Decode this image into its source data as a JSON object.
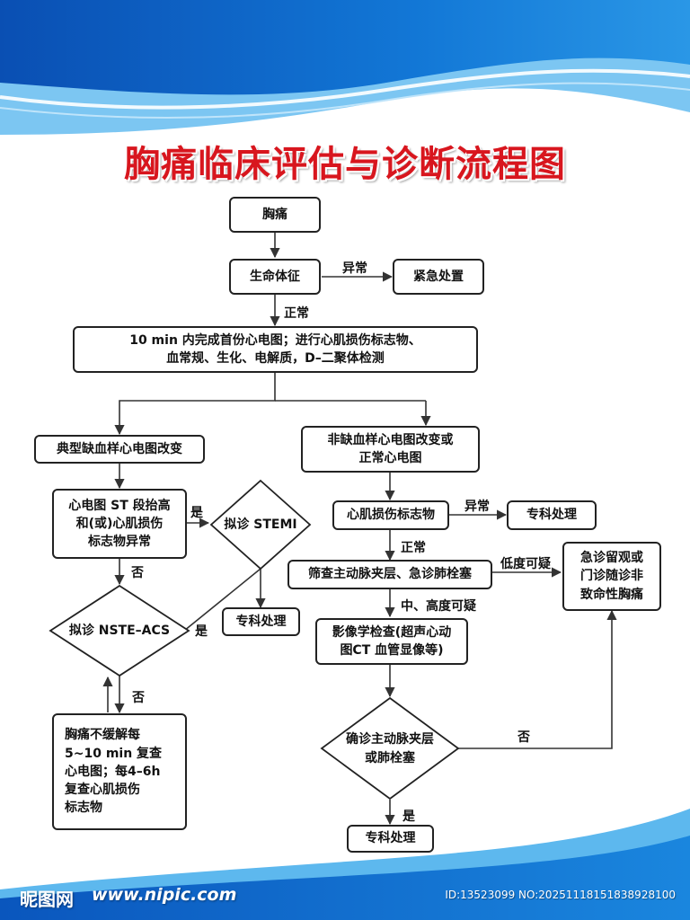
{
  "title": "胸痛临床评估与诊断流程图",
  "colors": {
    "title": "#d8161e",
    "wave_dark": "#0d63c4",
    "wave_light": "#55b4ec"
  },
  "nodes": {
    "chest_pain": "胸痛",
    "vital_signs": "生命体征",
    "emergency": "紧急处置",
    "ecg_tests": "10 min 内完成首份心电图；进行心肌损伤标志物、\n血常规、生化、电解质，D–二聚体检测",
    "typical_ischemic": "典型缺血样心电图改变",
    "non_ischemic": "非缺血样心电图改变或\n正常心电图",
    "st_elevation": "心电图 ST 段抬高\n和(或)心肌损伤\n标志物异常",
    "stemi": "拟诊 STEMI",
    "specialist_1": "专科处理",
    "nste_acs": "拟诊 NSTE–ACS",
    "repeat_ecg": "胸痛不缓解每\n5~10 min 复查\n心电图；每4–6h\n复查心肌损伤\n标志物",
    "myocardial_markers": "心肌损伤标志物",
    "specialist_2": "专科处理",
    "screen": "筛查主动脉夹层、急诊肺栓塞",
    "observation": "急诊留观或\n门诊随诊非\n致命性胸痛",
    "imaging": "影像学检查(超声心动\n图CT 血管显像等)",
    "confirm": "确诊主动脉夹层\n或肺栓塞",
    "specialist_3": "专科处理"
  },
  "edge_labels": {
    "abnormal_1": "异常",
    "normal_1": "正常",
    "yes_1": "是",
    "no_1": "否",
    "yes_2": "是",
    "no_2": "否",
    "abnormal_2": "异常",
    "normal_2": "正常",
    "low_suspicion": "低度可疑",
    "mid_high_suspicion": "中、高度可疑",
    "no_3": "否",
    "yes_3": "是"
  },
  "footer": {
    "logo": "昵图网",
    "url": "www.nipic.com",
    "id": "ID:13523099 NO:20251118151838928100"
  }
}
